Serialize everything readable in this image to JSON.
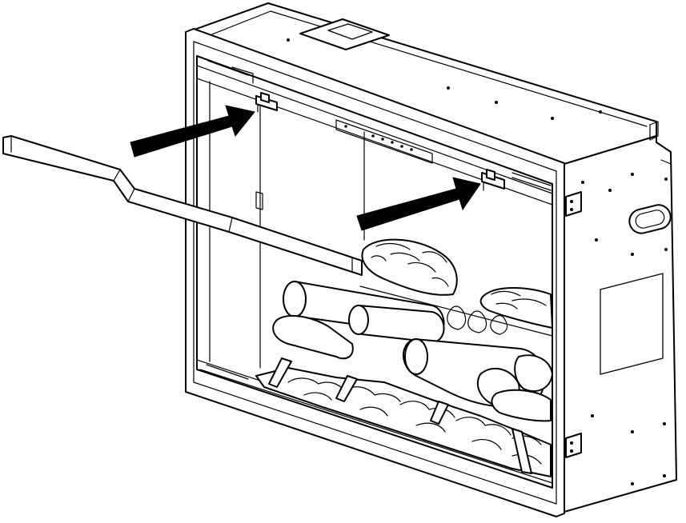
{
  "figure": {
    "subject": "electric-fireplace-insert-installation",
    "callouts": [
      {
        "id": "arrow-left",
        "target": "top-bracket-left"
      },
      {
        "id": "arrow-right",
        "target": "top-bracket-right"
      }
    ],
    "colors": {
      "line": "#000000",
      "fill": "#ffffff"
    }
  }
}
